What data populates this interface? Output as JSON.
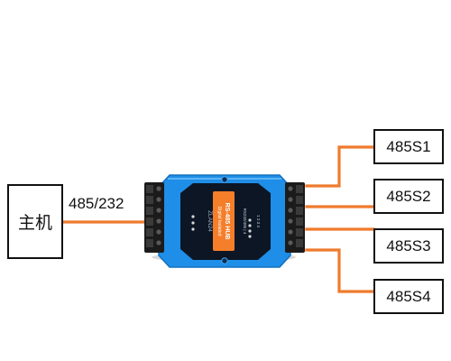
{
  "host": {
    "label": "主机"
  },
  "link": {
    "label": "485/232"
  },
  "slaves": [
    {
      "label": "485S1"
    },
    {
      "label": "485S2"
    },
    {
      "label": "485S3"
    },
    {
      "label": "485S4"
    }
  ],
  "device": {
    "model": "ZLAN24",
    "title": "RS-485 HUB",
    "subtitle": "Digital Isolated",
    "ports_text": "RS232/485 | 4",
    "indicator_text": "1 2 3 4"
  },
  "colors": {
    "wire": "#ef7b2d",
    "device_body": "#1e8ee8",
    "device_panel": "#0d1624",
    "device_badge": "#f57e2a",
    "terminal": "#101010"
  }
}
